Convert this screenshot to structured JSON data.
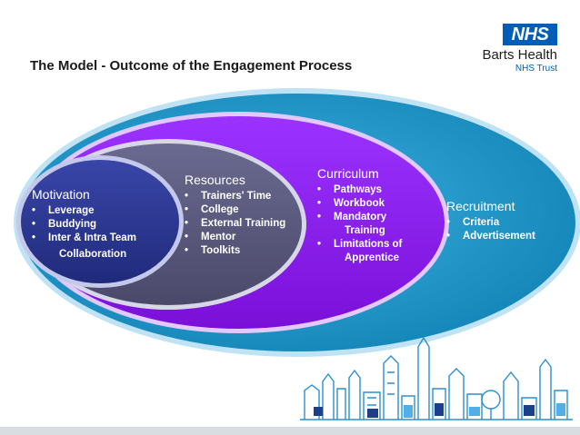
{
  "title": "The Model - Outcome of the Engagement Process",
  "logo": {
    "badge": "NHS",
    "org_line1": "Barts Health",
    "org_line2": "NHS Trust"
  },
  "colors": {
    "recruitment": "#1f97c9",
    "curriculum": "#8a1cf0",
    "resources": "#58577a",
    "motivation": "#29338f",
    "nhs_blue": "#005eb8"
  },
  "sections": {
    "motivation": {
      "heading": "Motivation",
      "items": [
        "Leverage",
        "Buddying",
        "Inter & Intra Team"
      ],
      "continuation": "Collaboration"
    },
    "resources": {
      "heading": "Resources",
      "items": [
        "Trainers' Time",
        "College",
        "External Training",
        "Mentor",
        "Toolkits"
      ]
    },
    "curriculum": {
      "heading": "Curriculum",
      "items": [
        "Pathways",
        "Workbook",
        "Mandatory",
        "Limitations of"
      ],
      "continuations": [
        "Training",
        "Apprentice"
      ]
    },
    "recruitment": {
      "heading": "Recruitment",
      "items": [
        "Criteria",
        "Advertisement"
      ]
    }
  },
  "footer": {
    "decoration": "city-skyline-illustration"
  }
}
